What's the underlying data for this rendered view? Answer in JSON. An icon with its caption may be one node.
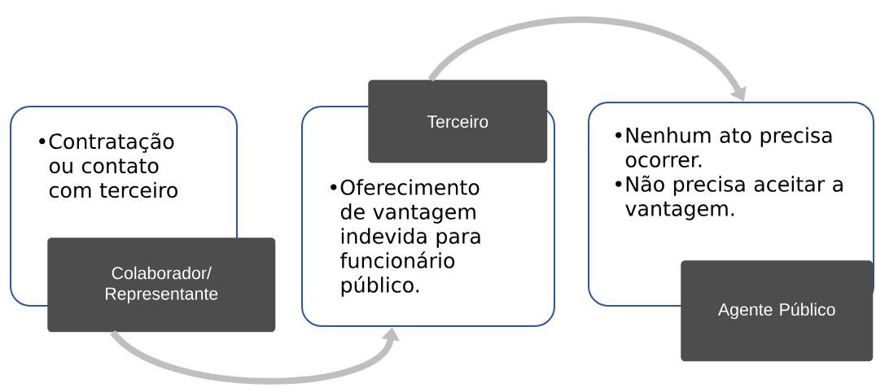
{
  "diagram": {
    "nodes": [
      {
        "text": [
          "•Contratação ou contato com terceiro"
        ]
      },
      {
        "text": [
          "Colaborador/ Representante"
        ]
      },
      {
        "text": [
          "•Oferecimento de vantagem indevida para funcionário público."
        ]
      },
      {
        "text": [
          "Terceiro"
        ]
      },
      {
        "text": [
          "•Nenhum ato precisa ocorrer.",
          "•Não precisa aceitar a vantagem."
        ]
      },
      {
        "text": [
          "Agente Público"
        ]
      }
    ],
    "edges": [
      {
        "from": 1,
        "to": 2,
        "arrow": "to"
      },
      {
        "from": 3,
        "to": 4,
        "arrow": "to"
      }
    ]
  }
}
